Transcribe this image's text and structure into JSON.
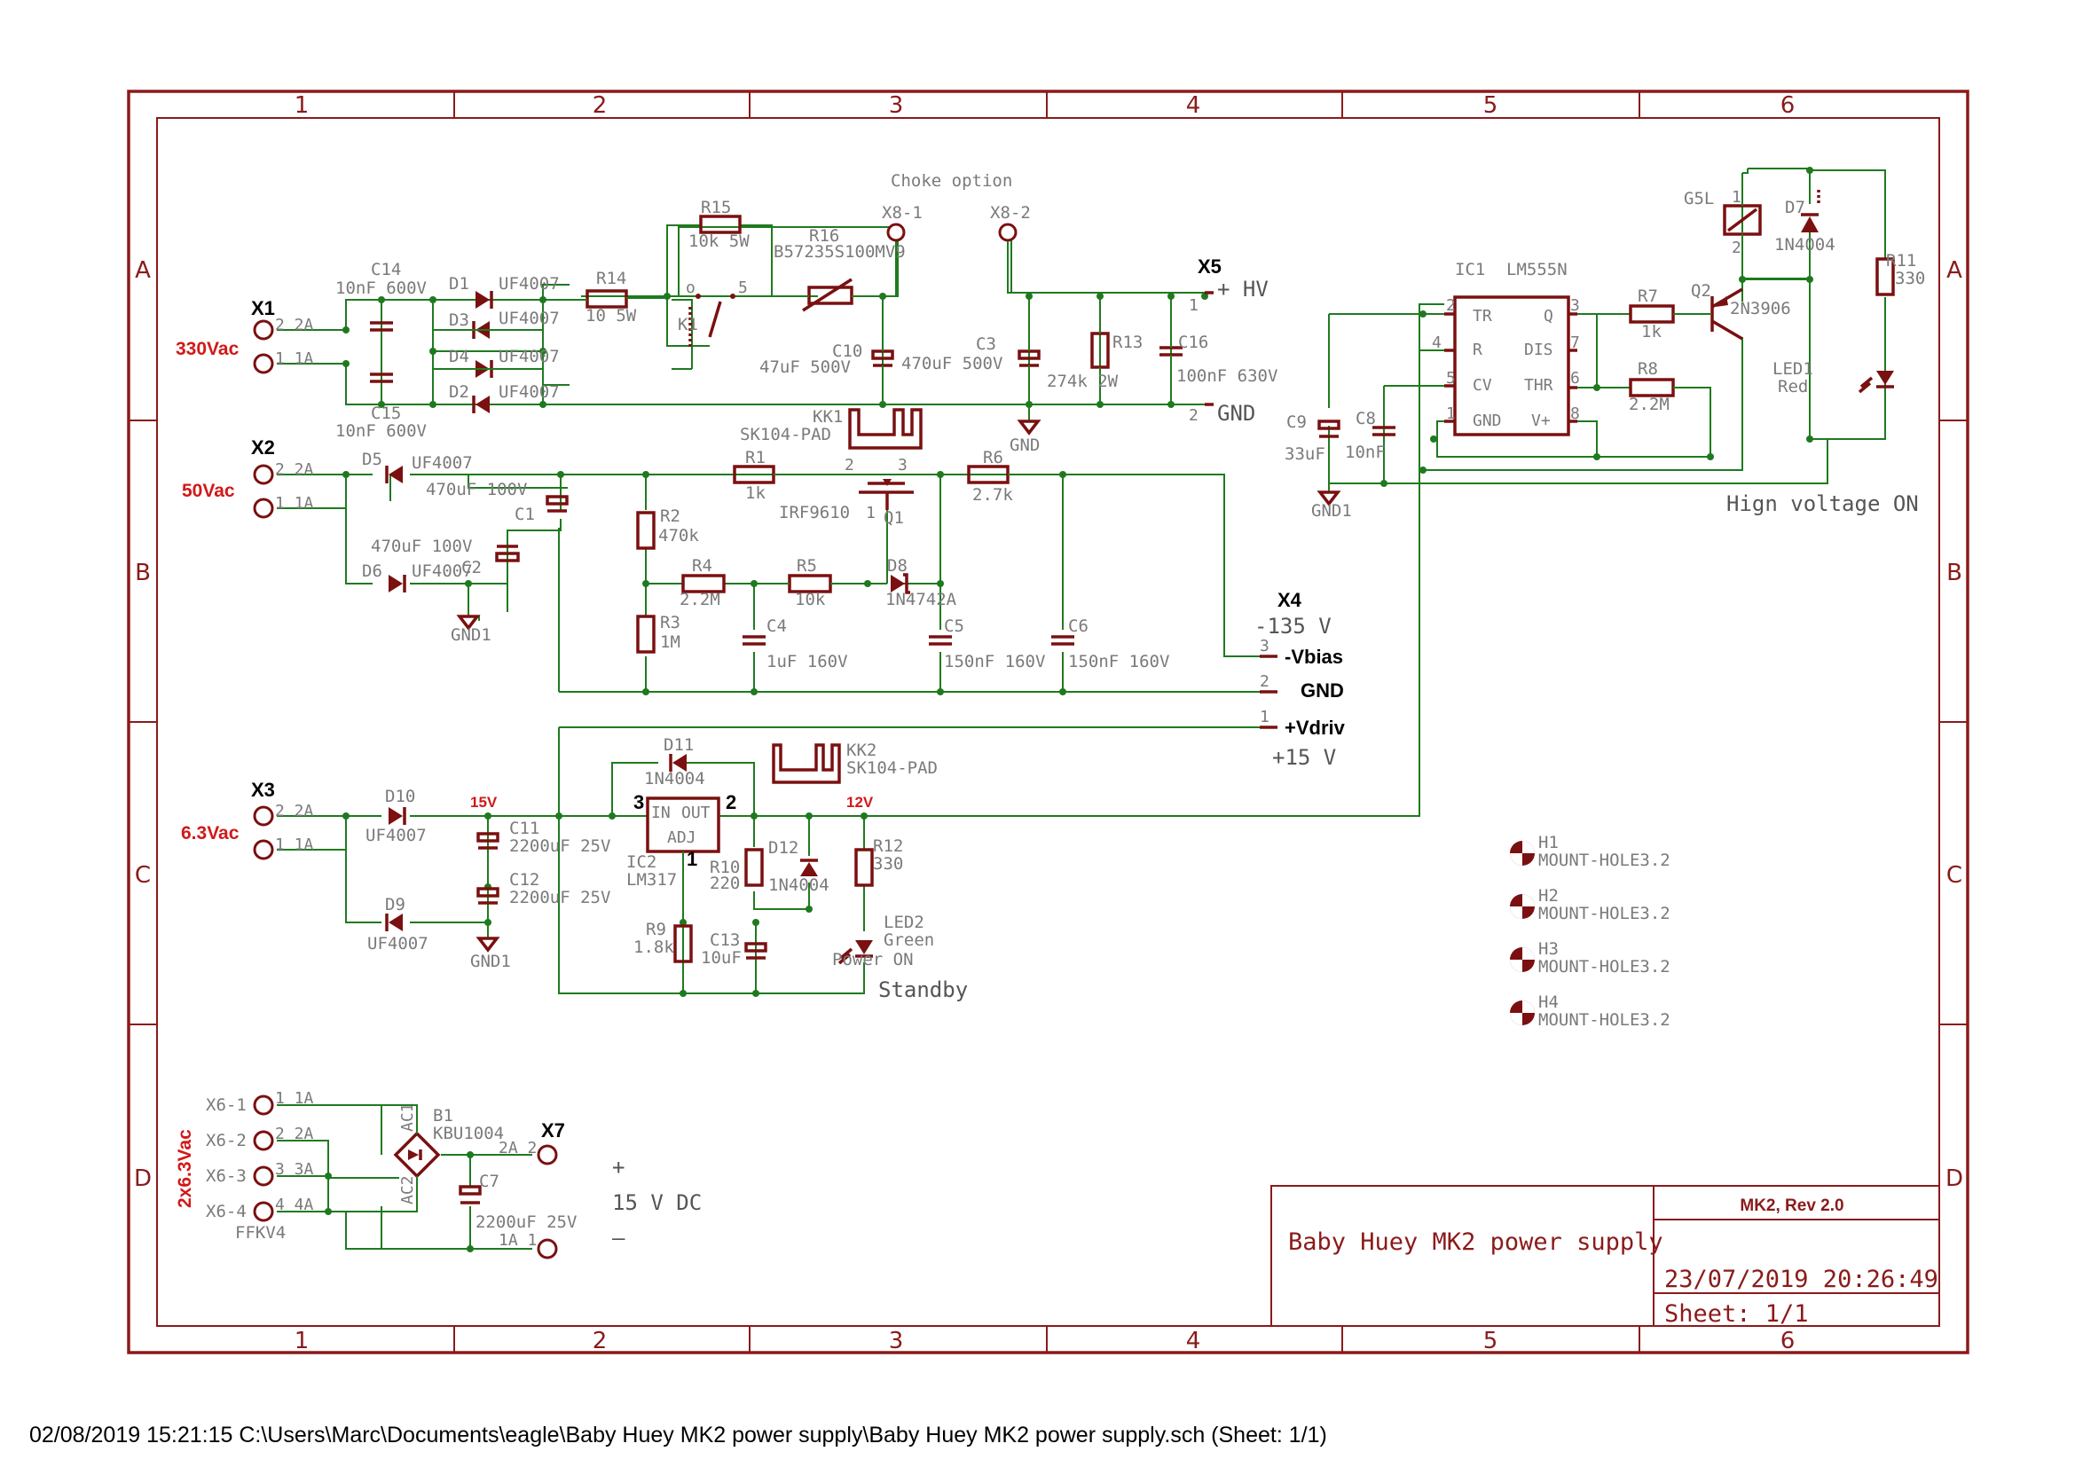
{
  "footer": "02/08/2019 15:21:15  C:\\Users\\Marc\\Documents\\eagle\\Baby Huey MK2 power supply\\Baby Huey MK2 power supply.sch (Sheet: 1/1)",
  "frame": {
    "columns": [
      "1",
      "2",
      "3",
      "4",
      "5",
      "6"
    ],
    "rows": [
      "A",
      "B",
      "C",
      "D"
    ]
  },
  "title_block": {
    "revision": "MK2, Rev 2.0",
    "title": "Baby Huey MK2 power supply",
    "datetime": "23/07/2019 20:26:49",
    "sheet": "Sheet: 1/1"
  },
  "connectors": {
    "x1": "X1",
    "x2": "X2",
    "x3": "X3",
    "x4": "X4",
    "x5": "X5",
    "x7": "X7",
    "x1_v": "330Vac",
    "x2_v": "50Vac",
    "x3_v": "6.3Vac",
    "x6_v": "2x6.3Vac",
    "pin_2a": "2 2A",
    "pin_1a": "1 1A",
    "x6_1": "X6-1",
    "x6_2": "X6-2",
    "x6_3": "X6-3",
    "x6_4": "X6-4",
    "ffkv4": "FFKV4",
    "x6p1": "1 1A",
    "x6p2": "2 2A",
    "x6p3": "3 3A",
    "x6p4": "4 4A",
    "x7p2": "2A 2",
    "x7p1": "1A 1"
  },
  "labels": {
    "choke_option": "Choke option",
    "x8_1": "X8-1",
    "x8_2": "X8-2",
    "hv": "+ HV",
    "gnd": "GND",
    "pin1": "1",
    "pin2": "2",
    "pin3": "3",
    "vbias_val": "-135 V",
    "vbias": "-Vbias",
    "gnd2": "GND",
    "vdriv": "+Vdriv",
    "p15": "+15 V",
    "v15": "15V",
    "v12": "12V",
    "standby": "Standby",
    "high_voltage_on": "Hign voltage ON",
    "dc_plus": "+",
    "dc_label": "15 V DC",
    "dc_minus": "–",
    "gnd1": "GND1"
  },
  "components": {
    "c14": "C14",
    "c14v": "10nF 600V",
    "c15": "C15",
    "c15v": "10nF 600V",
    "d1": "D1",
    "d1v": "UF4007",
    "d3": "D3",
    "d3v": "UF4007",
    "d4": "D4",
    "d4v": "UF4007",
    "d2": "D2",
    "d2v": "UF4007",
    "r14": "R14",
    "r14v": "10 5W",
    "r15": "R15",
    "r15v": "10k 5W",
    "k1": "K1",
    "r16": "R16",
    "r16v": "B57235S100MV9",
    "c10": "C10",
    "c10v": "47uF 500V",
    "c3": "C3",
    "c3v": "470uF 500V",
    "r13": "R13",
    "r13v": "274k 2W",
    "c16": "C16",
    "c16v": "100nF 630V",
    "kk1": "KK1",
    "kk1v": "SK104-PAD",
    "d5": "D5",
    "d5v": "UF4007",
    "c1": "C1",
    "c1v": "470uF 100V",
    "c2": "C2",
    "c2v": "470uF 100V",
    "d6": "D6",
    "d6v": "UF4007",
    "r1": "R1",
    "r1v": "1k",
    "q1": "Q1",
    "q1v": "IRF9610",
    "r6": "R6",
    "r6v": "2.7k",
    "r2": "R2",
    "r2v": "470k",
    "r3": "R3",
    "r3v": "1M",
    "r4": "R4",
    "r4v": "2.2M",
    "r5": "R5",
    "r5v": "10k",
    "d8": "D8",
    "d8v": "1N4742A",
    "c4": "C4",
    "c4v": "1uF 160V",
    "c5": "C5",
    "c5v": "150nF 160V",
    "c6": "C6",
    "c6v": "150nF 160V",
    "d11": "D11",
    "d11v": "1N4004",
    "kk2": "KK2",
    "kk2v": "SK104-PAD",
    "d10": "D10",
    "d10v": "UF4007",
    "d9": "D9",
    "d9v": "UF4007",
    "c11": "C11",
    "c11v": "2200uF 25V",
    "c12": "C12",
    "c12v": "2200uF 25V",
    "ic2": "IC2",
    "ic2v": "LM317",
    "ic2_in": "IN",
    "ic2_out": "OUT",
    "ic2_adj": "ADJ",
    "r10": "R10",
    "r10v": "220",
    "d12": "D12",
    "d12v": "1N4004",
    "r12": "R12",
    "r12v": "330",
    "r9": "R9",
    "r9v": "1.8k",
    "c13": "C13",
    "c13v": "10uF",
    "led2": "LED2",
    "led2c": "Green",
    "led2v": "Power ON",
    "ic1": "IC1",
    "ic1v": "LM555N",
    "ic1_tr": "TR",
    "ic1_q": "Q",
    "ic1_r": "R",
    "ic1_dis": "DIS",
    "ic1_cv": "CV",
    "ic1_thr": "THR",
    "ic1_gnd": "GND",
    "ic1_vp": "V+",
    "c9": "C9",
    "c9v": "33uF",
    "c8": "C8",
    "c8v": "10nF",
    "r7": "R7",
    "r7v": "1k",
    "r8": "R8",
    "r8v": "2.2M",
    "q2": "Q2",
    "q2v": "2N3906",
    "g5l": "G5L",
    "d7": "D7",
    "d7v": "1N4004",
    "r11": "R11",
    "r11v": "330",
    "led1": "LED1",
    "led1c": "Red",
    "b1": "B1",
    "b1v": "KBU1004",
    "ac1": "AC1",
    "ac2": "AC2",
    "c7": "C7",
    "c7v": "2200uF 25V",
    "h1": "H1",
    "h2": "H2",
    "h3": "H3",
    "h4": "H4",
    "mh": "MOUNT-HOLE3.2"
  }
}
